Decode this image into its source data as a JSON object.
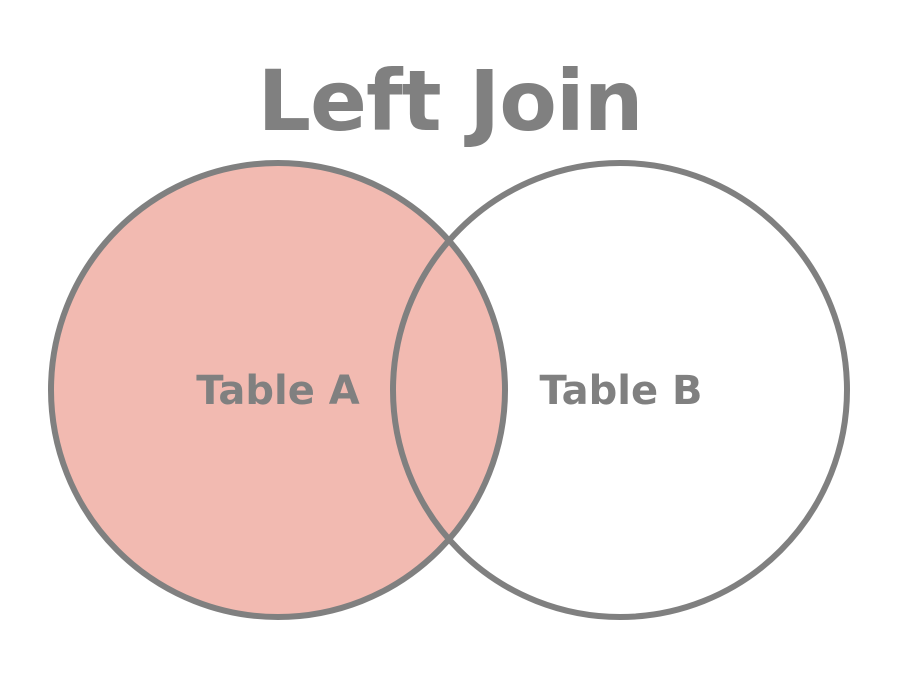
{
  "title": "Left Join",
  "circles": {
    "left": {
      "label": "Table A",
      "filled": true
    },
    "right": {
      "label": "Table B",
      "filled": false
    }
  },
  "colors": {
    "fill": "#f2bab1",
    "stroke": "#808080",
    "text": "#808080",
    "background": "#ffffff"
  }
}
